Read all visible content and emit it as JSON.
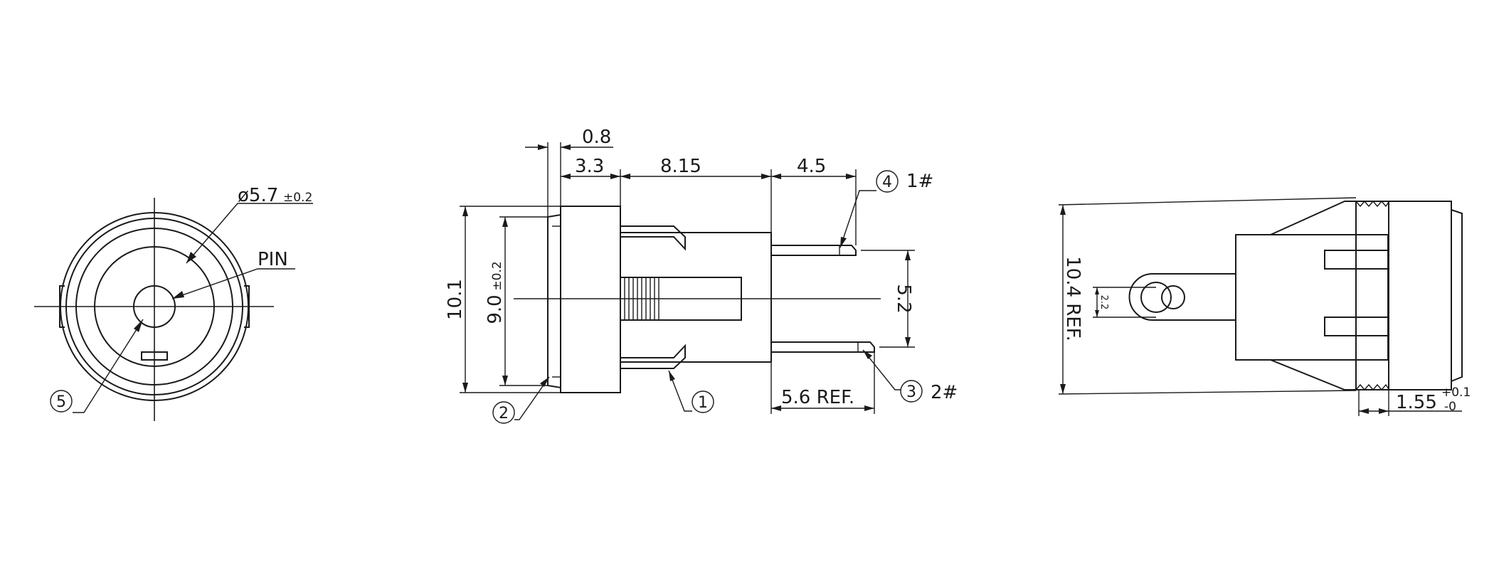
{
  "front_view": {
    "diameter_label": "ø5.7",
    "diameter_tol": "±0.2",
    "pin_label": "PIN",
    "callout_5": "5"
  },
  "side_view": {
    "dim_0_8": "0.8",
    "dim_3_3": "3.3",
    "dim_8_15": "8.15",
    "dim_4_5": "4.5",
    "dim_10_1": "10.1",
    "dim_9_0": "9.0",
    "dim_9_0_tol": "±0.2",
    "dim_5_2": "5.2",
    "dim_5_6": "5.6  REF.",
    "callout_1": "1",
    "callout_2": "2",
    "callout_3": "3",
    "callout_4": "4",
    "pin_1_label": "1#",
    "pin_2_label": "2#"
  },
  "right_view": {
    "dim_10_4": "10.4  REF.",
    "dim_2_2": "2.2",
    "dim_1_55": "1.55",
    "dim_1_55_tol_plus": "+0.1",
    "dim_1_55_tol_minus": "-0"
  }
}
